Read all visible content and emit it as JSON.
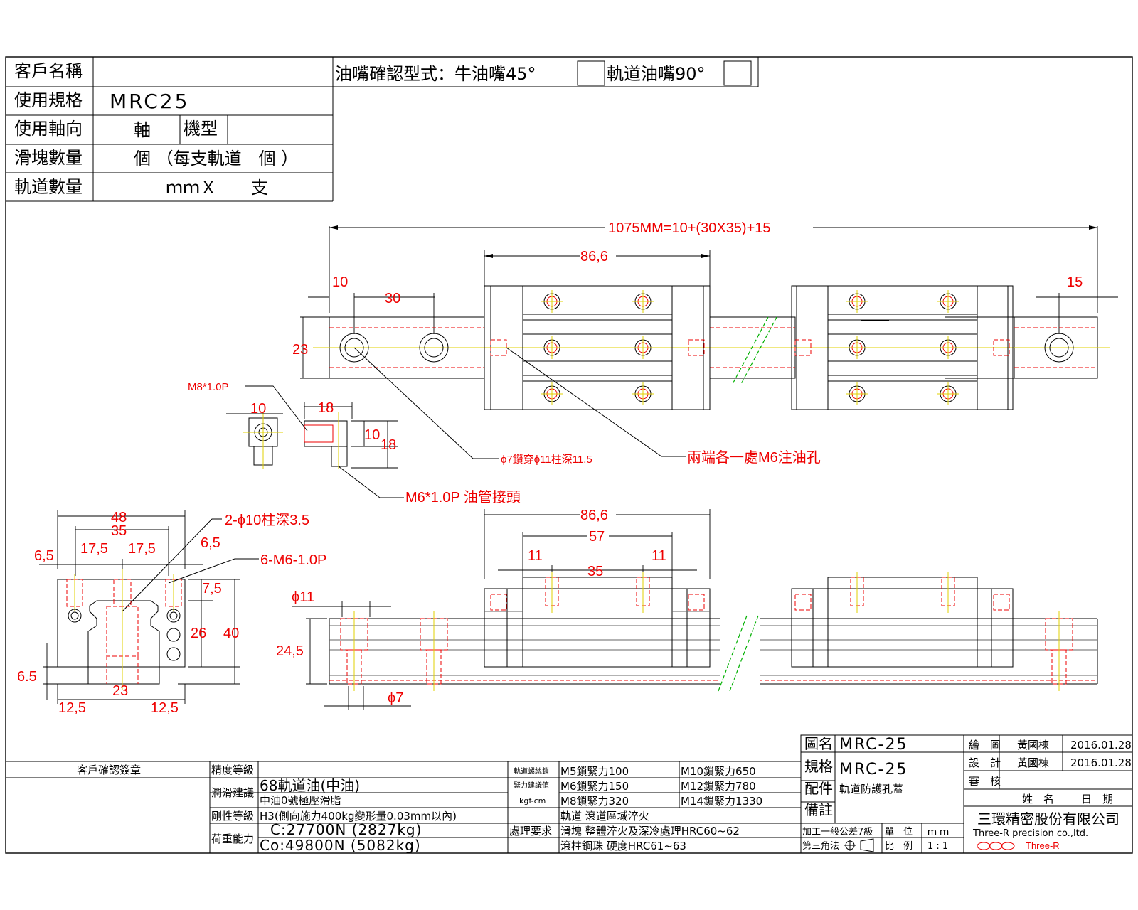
{
  "header": {
    "customer_name_label": "客戶名稱",
    "spec_label": "使用規格",
    "spec_value": "MRC25",
    "axis_label": "使用軸向",
    "axis_value": "軸",
    "model_label": "機型",
    "block_qty_label": "滑塊數量",
    "block_qty_value": "個 （每支軌道　個 ）",
    "rail_qty_label": "軌道數量",
    "rail_qty_value": "ｍｍＸ　　支",
    "nipple_title": "油嘴確認型式：牛油嘴45°",
    "nipple_option2": "軌道油嘴90°"
  },
  "drawing": {
    "total_length": "1075MM=10+(30X35)+15",
    "block_length": "86,6",
    "dim_10": "10",
    "dim_30": "30",
    "dim_15": "15",
    "dim_23": "23",
    "m8": "M8*1.0P",
    "d10": "10",
    "d18": "18",
    "d10b": "10",
    "d18b": "18",
    "bore_note": "ϕ7鑽穿ϕ11柱深11.5",
    "oil_hole_note": "兩端各一處M6注油孔",
    "tube_note": "M6*1.0P 油管接頭",
    "end_48": "48",
    "end_35": "35",
    "end_65a": "6,5",
    "end_175a": "17,5",
    "end_175b": "17,5",
    "end_65b": "6,5",
    "cbore_note": "2-ϕ10柱深3.5",
    "tap_note": "6-M6-1.0P",
    "end_75": "7,5",
    "end_26": "26",
    "end_40": "40",
    "end_65c": "6.5",
    "end_23": "23",
    "end_125a": "12,5",
    "end_125b": "12,5",
    "side_866": "86,6",
    "side_57": "57",
    "side_11a": "11",
    "side_11b": "11",
    "side_35": "35",
    "side_phi11": "ϕ11",
    "side_245": "24,5",
    "side_phi7": "ϕ7"
  },
  "titleblock": {
    "drawing_name_label": "圖名",
    "drawing_name": "MRC-25",
    "spec_label": "規格",
    "spec_value": "MRC-25",
    "accessory_label": "配件",
    "accessory_value": "軌道防護孔蓋",
    "remark_label": "備註",
    "draw_label": "繪　圖",
    "draw_name": "黃國棟",
    "draw_date": "2016.01.28",
    "design_label": "設　計",
    "design_name": "黃國棟",
    "design_date": "2016.01.28",
    "review_label": "審　核",
    "name_col": "姓　名",
    "date_col": "日　期",
    "company_cn": "三環精密股份有限公司",
    "company_en": "Three-R precision co.,ltd.",
    "logo_text": "Three-R",
    "tolerance": "加工一般公差7級",
    "unit_label": "單　位",
    "unit_value": "ｍ ｍ",
    "projection": "第三角法",
    "scale_label": "比　例",
    "scale_value": "1 : 1",
    "customer_confirm": "客戶確認簽章",
    "accuracy_label": "精度等級",
    "lube_label": "潤滑建議",
    "lube1": "68軌道油(中油)",
    "lube2": "中油0號極壓滑脂",
    "rigidity_label": "剛性等級",
    "rigidity_value": "H3(側向施力400kg變形量0.03mm以內)",
    "load_label": "荷重能力",
    "load_c": "C:27700N (2827kg)",
    "load_c0": "Co:49800N (5082kg)",
    "torque_l1": "軌道螺絲鎖",
    "torque_l2": "緊力建議值",
    "torque_unit": "kgf-cm",
    "m5": "M5鎖緊力100",
    "m6": "M6鎖緊力150",
    "m8": "M8鎖緊力320",
    "m10": "M10鎖緊力650",
    "m12": "M12鎖緊力780",
    "m14": "M14鎖緊力1330",
    "process_label": "處理要求",
    "proc1": "軌道 滾道區域淬火",
    "proc2": "滑塊 整體淬火及深冷處理HRC60~62",
    "proc3": "滾柱鋼珠 硬度HRC61~63"
  },
  "colors": {
    "dimension": "#e00000",
    "centerline": "#e0d000",
    "break_line": "#00b000",
    "outline": "#000000"
  }
}
